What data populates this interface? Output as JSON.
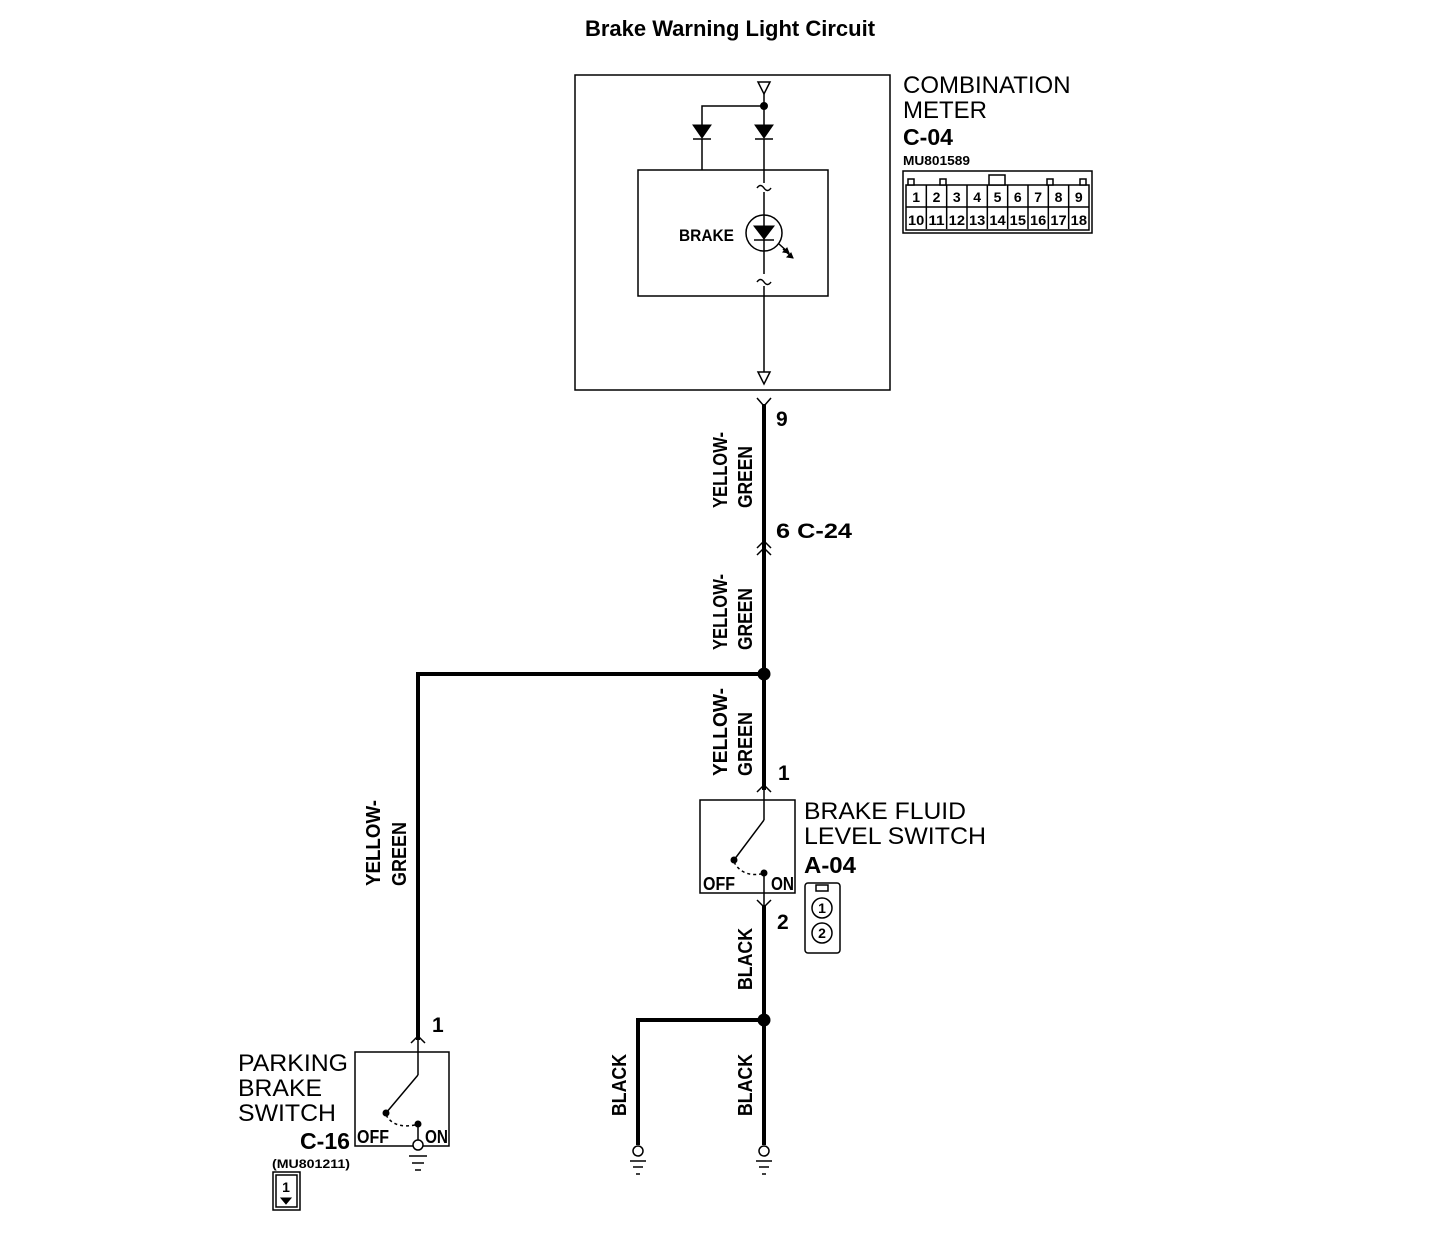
{
  "title": "Brake Warning Light Circuit",
  "combination_meter": {
    "name_line1": "COMBINATION",
    "name_line2": "METER",
    "connector_id": "C-04",
    "part_number": "MU801589",
    "lamp_label": "BRAKE",
    "connector_pins_row1": [
      "1",
      "2",
      "3",
      "4",
      "5",
      "6",
      "7",
      "8",
      "9"
    ],
    "connector_pins_row2": [
      "10",
      "11",
      "12",
      "13",
      "14",
      "15",
      "16",
      "17",
      "18"
    ],
    "output_pin": "9"
  },
  "intermediate_connector": {
    "label": "6 C-24"
  },
  "wire_labels": [
    {
      "line1": "YELLOW-",
      "line2": "GREEN"
    },
    {
      "line1": "YELLOW-",
      "line2": "GREEN"
    },
    {
      "line1": "YELLOW-",
      "line2": "GREEN"
    },
    {
      "line1": "YELLOW-",
      "line2": "GREEN"
    }
  ],
  "black_labels": [
    "BLACK",
    "BLACK",
    "BLACK"
  ],
  "brake_fluid_level_switch": {
    "name_line1": "BRAKE FLUID",
    "name_line2": "LEVEL SWITCH",
    "connector_id": "A-04",
    "pin_top": "1",
    "pin_bottom": "2",
    "off_label": "OFF",
    "on_label": "ON",
    "connector_pins": [
      "1",
      "2"
    ]
  },
  "parking_brake_switch": {
    "name_line1": "PARKING",
    "name_line2": "BRAKE",
    "name_line3": "SWITCH",
    "connector_id": "C-16",
    "part_number": "(MU801211)",
    "pin_top": "1",
    "off_label": "OFF",
    "on_label": "ON",
    "connector_pins": [
      "1"
    ]
  }
}
